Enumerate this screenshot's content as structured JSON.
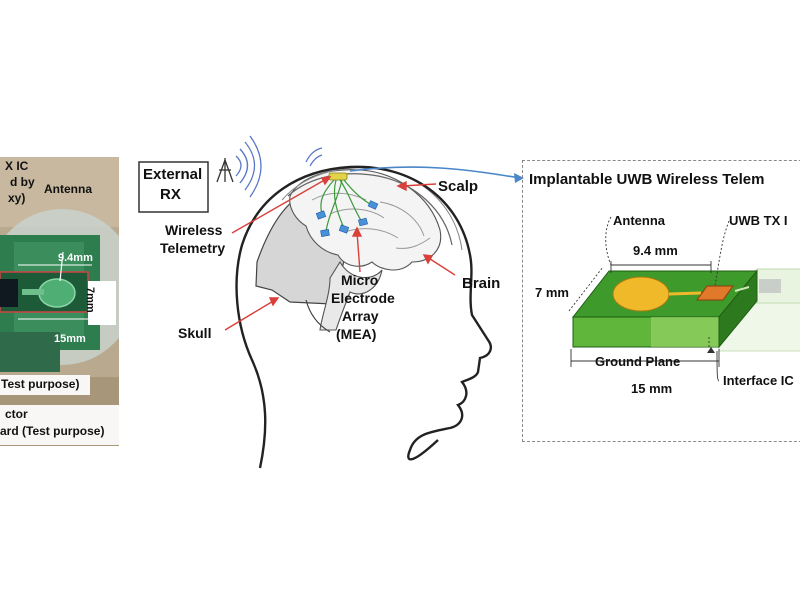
{
  "photo": {
    "line1": "X IC",
    "line2": "d by",
    "line3": "xy)",
    "antenna": "Antenna",
    "width_dim": "9.4mm",
    "height_dim": "7mm",
    "length_dim": "15mm",
    "test1": "Test purpose)",
    "connector": "ctor",
    "board": "ard (Test purpose)"
  },
  "center": {
    "external_rx": [
      "External",
      "RX"
    ],
    "wireless_telemetry": [
      "Wireless",
      "Telemetry"
    ],
    "skull": "Skull",
    "mea": [
      "Micro",
      "Electrode",
      "Array",
      "(MEA)"
    ],
    "scalp": "Scalp",
    "brain": "Brain"
  },
  "right": {
    "title": "Implantable UWB Wireless Telem",
    "antenna": "Antenna",
    "uwb_tx": "UWB TX I",
    "dim_94": "9.4 mm",
    "dim_7": "7 mm",
    "ground_plane": "Ground Plane",
    "dim_15": "15 mm",
    "interface": "Interface IC"
  },
  "colors": {
    "pcb_green": "#3e9a2a",
    "pcb_green_light": "#8fd160",
    "antenna_yellow": "#f0b92a",
    "chip_orange": "#e07a2a",
    "scalp_implant": "#e2d44a",
    "arrow_red": "#d9403a",
    "link_blue": "#4a86c8",
    "mea_blue": "#4a90d9",
    "wave_blue": "#5a78c8"
  }
}
